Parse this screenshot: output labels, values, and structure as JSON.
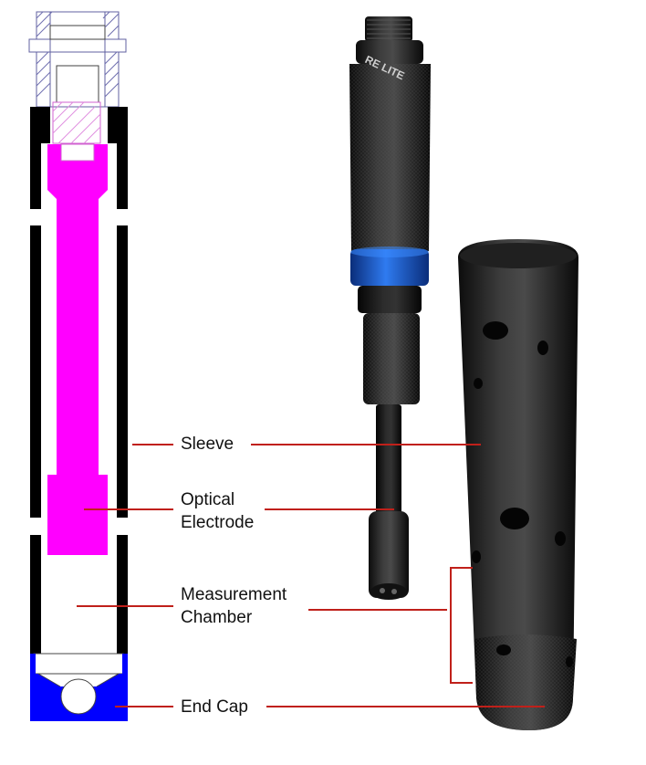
{
  "labels": {
    "sleeve": "Sleeve",
    "optical_line1": "Optical",
    "optical_line2": "Electrode",
    "measurement_line1": "Measurement",
    "measurement_line2": "Chamber",
    "end_cap": "End Cap"
  },
  "product_text": "RE LITE",
  "colors": {
    "electrode_fill": "#ff00ff",
    "end_cap_fill": "#0000ff",
    "leader_line": "#c0201a",
    "wall": "#000000",
    "blue_ring": "#1e5fd6"
  },
  "icons": {
    "cross_section": "sensor-cross-section-drawing",
    "probe": "optical-probe-photo",
    "sleeve": "sleeve-tube-photo"
  }
}
